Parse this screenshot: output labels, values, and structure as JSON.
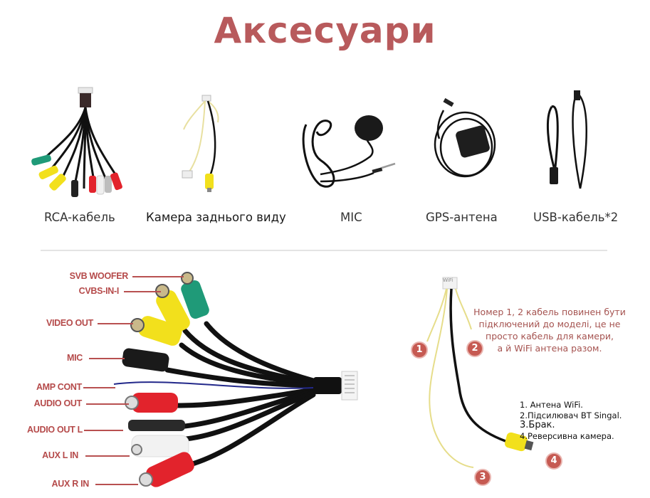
{
  "title": "Аксесуари",
  "accessories": [
    {
      "id": "rca",
      "caption": "RCA-кабель"
    },
    {
      "id": "rear-camera",
      "caption": "Камера заднього виду"
    },
    {
      "id": "mic",
      "caption": "MIC"
    },
    {
      "id": "gps",
      "caption": "GPS-антена"
    },
    {
      "id": "usb",
      "caption": "USB-кабель*2"
    }
  ],
  "rca_diagram": {
    "labels": [
      {
        "text": "SVB WOOFER"
      },
      {
        "text": "CVBS-IN-I"
      },
      {
        "text": "VIDEO OUT"
      },
      {
        "text": "MIC"
      },
      {
        "text": "AMP CONT"
      },
      {
        "text": "AUDIO OUT"
      },
      {
        "text": "AUDIO OUT L"
      },
      {
        "text": "AUX L IN"
      },
      {
        "text": "AUX R IN"
      }
    ],
    "connector_colors": {
      "green": "#1f9a78",
      "yellow": "#f2e01c",
      "red": "#e2232c",
      "white": "#f2f2f2",
      "black": "#1a1a1a"
    }
  },
  "camera_diagram": {
    "connector_tag": "WiFi",
    "note": [
      "Номер 1, 2 кабель повинен бути",
      "підключений до моделі, це не",
      "просто кабель для камери,",
      "а й WiFi антена разом."
    ],
    "markers": [
      "1",
      "2",
      "3",
      "4"
    ],
    "legend": [
      "1. Антена WiFi.",
      "2.Підсилювач BT Singal.",
      "3.Брак.",
      "4.Реверсивна камера."
    ]
  },
  "colors": {
    "title": "#b85a5c",
    "label": "#b54a4a",
    "note": "#a55350",
    "marker": "#c65a52"
  }
}
